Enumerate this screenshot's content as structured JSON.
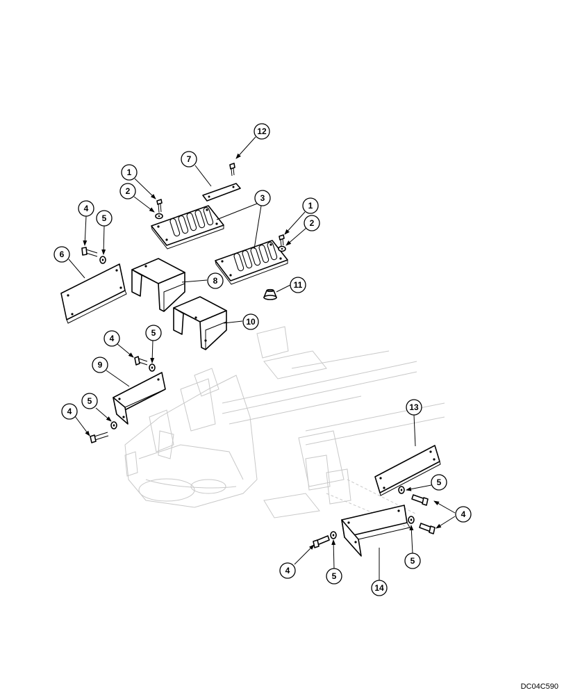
{
  "drawing_id": "DC04C590",
  "callouts": [
    {
      "id": "c12",
      "label": "12"
    },
    {
      "id": "c7",
      "label": "7"
    },
    {
      "id": "c1a",
      "label": "1"
    },
    {
      "id": "c2a",
      "label": "2"
    },
    {
      "id": "c3",
      "label": "3"
    },
    {
      "id": "c1b",
      "label": "1"
    },
    {
      "id": "c2b",
      "label": "2"
    },
    {
      "id": "c4a",
      "label": "4"
    },
    {
      "id": "c5a",
      "label": "5"
    },
    {
      "id": "c6",
      "label": "6"
    },
    {
      "id": "c8",
      "label": "8"
    },
    {
      "id": "c11",
      "label": "11"
    },
    {
      "id": "c10",
      "label": "10"
    },
    {
      "id": "c4b",
      "label": "4"
    },
    {
      "id": "c5b",
      "label": "5"
    },
    {
      "id": "c9",
      "label": "9"
    },
    {
      "id": "c5c",
      "label": "5"
    },
    {
      "id": "c4c",
      "label": "4"
    },
    {
      "id": "c13",
      "label": "13"
    },
    {
      "id": "c5d",
      "label": "5"
    },
    {
      "id": "c4d",
      "label": "4"
    },
    {
      "id": "c4e",
      "label": "4"
    },
    {
      "id": "c5e",
      "label": "5"
    },
    {
      "id": "c5f",
      "label": "5"
    },
    {
      "id": "c14",
      "label": "14"
    }
  ]
}
